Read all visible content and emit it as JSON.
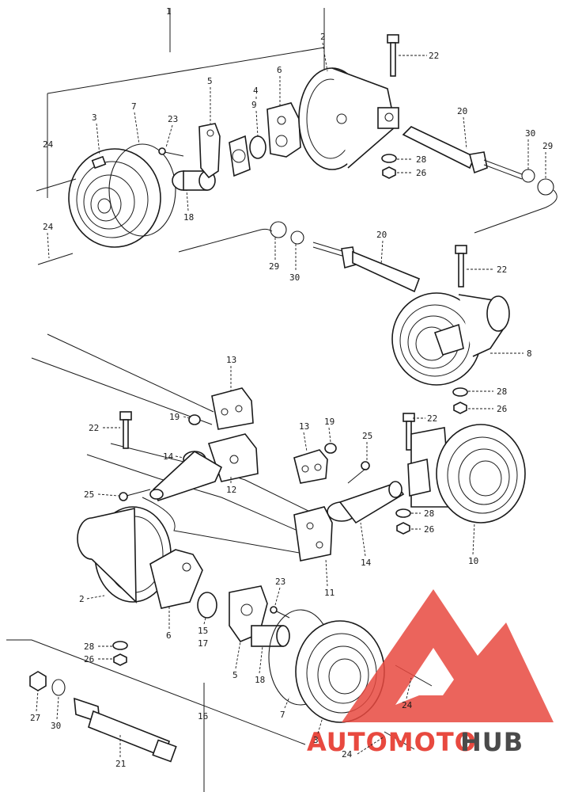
{
  "callouts": [
    {
      "id": "c1",
      "text": "1"
    },
    {
      "id": "c2a",
      "text": "2"
    },
    {
      "id": "c3a",
      "text": "3"
    },
    {
      "id": "c7a",
      "text": "7"
    },
    {
      "id": "c23a",
      "text": "23"
    },
    {
      "id": "c5a",
      "text": "5"
    },
    {
      "id": "c4",
      "text": "4"
    },
    {
      "id": "c9",
      "text": "9"
    },
    {
      "id": "c6a",
      "text": "6"
    },
    {
      "id": "c22a",
      "text": "22"
    },
    {
      "id": "c20a",
      "text": "20"
    },
    {
      "id": "c30a",
      "text": "30"
    },
    {
      "id": "c29a",
      "text": "29"
    },
    {
      "id": "c28a",
      "text": "28"
    },
    {
      "id": "c26a",
      "text": "26"
    },
    {
      "id": "c24a",
      "text": "24"
    },
    {
      "id": "c24b",
      "text": "24"
    },
    {
      "id": "c18a",
      "text": "18"
    },
    {
      "id": "c20b",
      "text": "20"
    },
    {
      "id": "c29b",
      "text": "29"
    },
    {
      "id": "c30b",
      "text": "30"
    },
    {
      "id": "c22b",
      "text": "22"
    },
    {
      "id": "c8",
      "text": "8"
    },
    {
      "id": "c28b",
      "text": "28"
    },
    {
      "id": "c26b",
      "text": "26"
    },
    {
      "id": "c13a",
      "text": "13"
    },
    {
      "id": "c19a",
      "text": "19"
    },
    {
      "id": "c22c",
      "text": "22"
    },
    {
      "id": "c14a",
      "text": "14"
    },
    {
      "id": "c12",
      "text": "12"
    },
    {
      "id": "c25a",
      "text": "25"
    },
    {
      "id": "c13b",
      "text": "13"
    },
    {
      "id": "c19b",
      "text": "19"
    },
    {
      "id": "c25b",
      "text": "25"
    },
    {
      "id": "c22d",
      "text": "22"
    },
    {
      "id": "c28c",
      "text": "28"
    },
    {
      "id": "c26c",
      "text": "26"
    },
    {
      "id": "c10",
      "text": "10"
    },
    {
      "id": "c14b",
      "text": "14"
    },
    {
      "id": "c11",
      "text": "11"
    },
    {
      "id": "c2b",
      "text": "2"
    },
    {
      "id": "c6b",
      "text": "6"
    },
    {
      "id": "c15",
      "text": "15"
    },
    {
      "id": "c17",
      "text": "17"
    },
    {
      "id": "c23b",
      "text": "23"
    },
    {
      "id": "c5b",
      "text": "5"
    },
    {
      "id": "c18b",
      "text": "18"
    },
    {
      "id": "c28d",
      "text": "28"
    },
    {
      "id": "c26d",
      "text": "26"
    },
    {
      "id": "c16",
      "text": "16"
    },
    {
      "id": "c7b",
      "text": "7"
    },
    {
      "id": "c3b",
      "text": "3"
    },
    {
      "id": "c24c",
      "text": "24"
    },
    {
      "id": "c24d",
      "text": "24"
    },
    {
      "id": "c27",
      "text": "27"
    },
    {
      "id": "c30c",
      "text": "30"
    },
    {
      "id": "c21",
      "text": "21"
    }
  ],
  "watermark": {
    "part1": "AUTOMOTO",
    "part2": "HUB",
    "red": "#e8493f",
    "grey": "#4a4a4a"
  },
  "colors": {
    "ink": "#1a1a1a",
    "paper": "#ffffff"
  }
}
